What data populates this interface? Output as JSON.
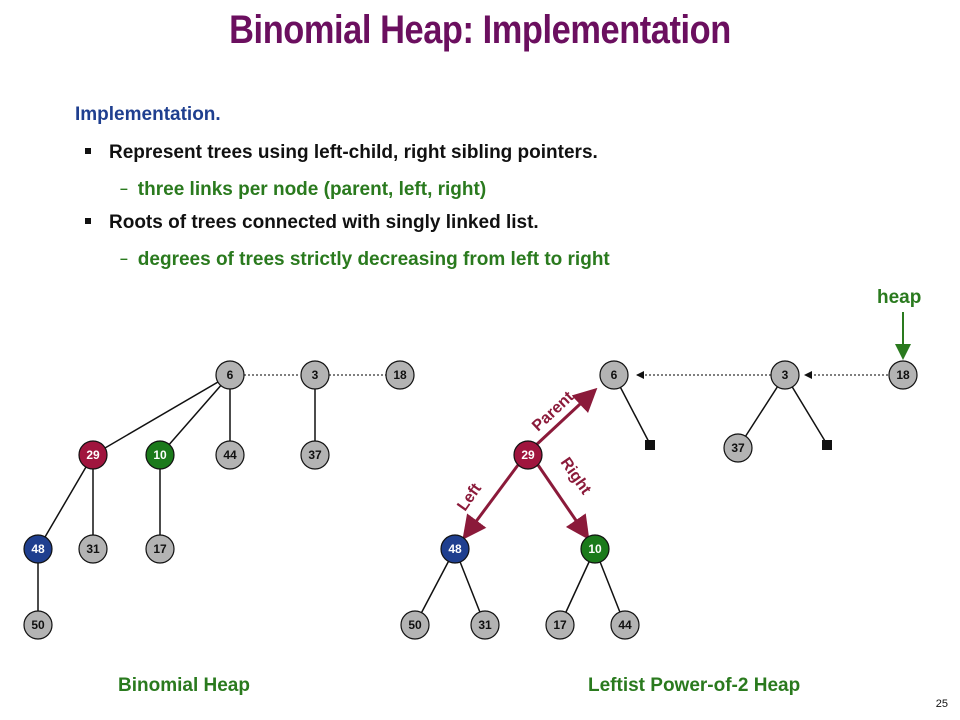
{
  "slide": {
    "title": "Binomial Heap:  Implementation",
    "heading": "Implementation.",
    "bullets": [
      {
        "text": "Represent trees using left-child, right sibling pointers.",
        "sub": "three links per node (parent, left, right)"
      },
      {
        "text": "Roots of trees connected with singly linked list.",
        "sub": "degrees of trees strictly decreasing from left to right"
      }
    ],
    "page_number": "25"
  },
  "binomial_heap": {
    "caption": "Binomial Heap",
    "roots": [
      "6",
      "3",
      "18"
    ],
    "nodes": [
      "6",
      "3",
      "18",
      "29",
      "10",
      "44",
      "37",
      "48",
      "31",
      "17",
      "50"
    ]
  },
  "leftist_heap": {
    "caption": "Leftist Power-of-2 Heap",
    "pointer_label": "heap",
    "roots": [
      "6",
      "3",
      "18"
    ],
    "nodes": [
      "6",
      "3",
      "18",
      "29",
      "37",
      "48",
      "10",
      "50",
      "31",
      "17",
      "44"
    ],
    "link_labels": {
      "parent": "Parent",
      "left": "Left",
      "right": "Right"
    }
  },
  "colors": {
    "title": "#6b0f5f",
    "heading": "#1f3f8f",
    "green_text": "#2a7a1e",
    "gray_node": "#b3b3b3",
    "maroon_node": "#a0153e",
    "green_node": "#1b7a1b",
    "blue_node": "#1f3f8f",
    "link_arrow": "#8b1a3a"
  }
}
